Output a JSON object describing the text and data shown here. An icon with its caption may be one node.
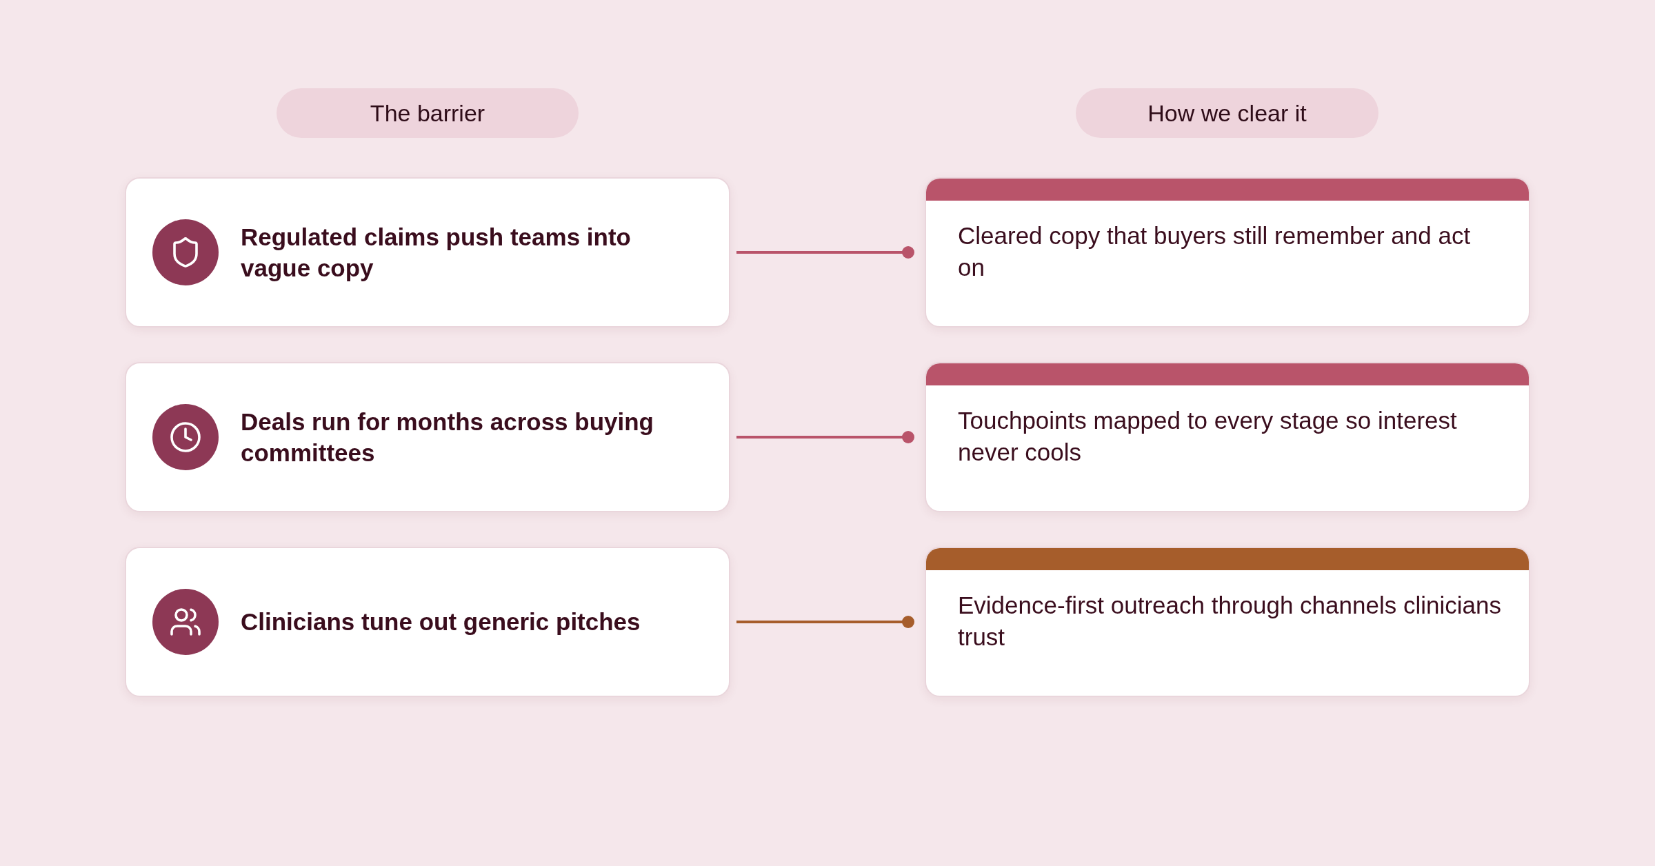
{
  "diagram": {
    "nodes": [
      {
        "text": [
          "The barrier"
        ]
      },
      {
        "text": [
          "How we clear it"
        ]
      },
      {
        "text": [
          "Regulated claims push teams into vague copy"
        ]
      },
      {
        "text": [
          "Cleared copy that buyers still remember and act on"
        ]
      },
      {
        "text": [
          "Deals run for months across buying committees"
        ]
      },
      {
        "text": [
          "Touchpoints mapped to every stage so interest never cools"
        ]
      },
      {
        "text": [
          "Clinicians tune out generic pitches"
        ]
      },
      {
        "text": [
          "Evidence-first outreach through channels clinicians trust"
        ]
      }
    ],
    "edges": [
      {
        "from": 2,
        "to": 3,
        "arrow": "other"
      },
      {
        "from": 4,
        "to": 5,
        "arrow": "other"
      },
      {
        "from": 6,
        "to": 7,
        "arrow": "other",
        "color": "#a65d2b"
      }
    ]
  }
}
